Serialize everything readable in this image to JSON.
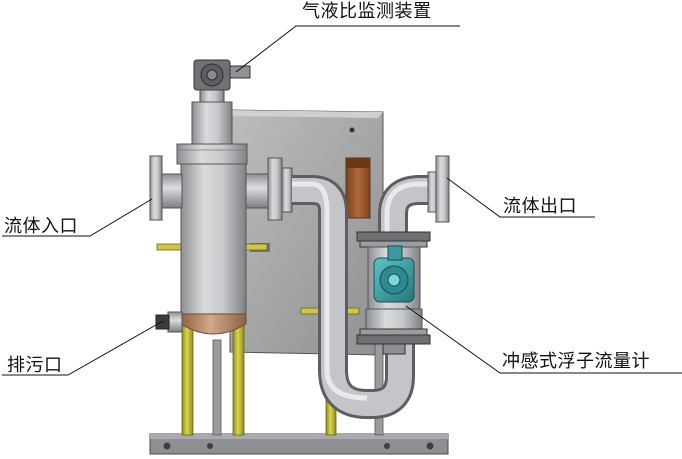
{
  "labels": {
    "gas_liquid_monitor": "气液比监测装置",
    "fluid_inlet": "流体入口",
    "fluid_outlet": "流体出口",
    "drain_outlet": "排污口",
    "float_flowmeter": "冲感式浮子流量计"
  },
  "colors": {
    "steel": "#b9babd",
    "steel_dark": "#7d7f83",
    "back_panel": "#a6a6a7",
    "support_yellow": "#c9c23a",
    "meter_teal": "#3a9aa0",
    "copper": "#b58a6a",
    "base_plate": "#8e8f92"
  }
}
